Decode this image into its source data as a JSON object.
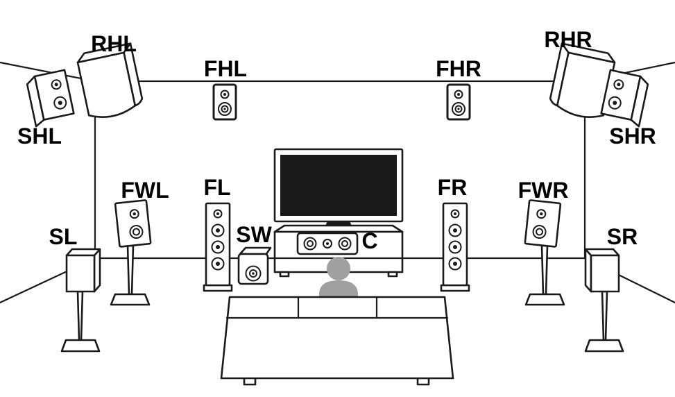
{
  "diagram": {
    "type": "surround-speaker-layout",
    "labels": {
      "rhl": "RHL",
      "fhl": "FHL",
      "fhr": "FHR",
      "rhr": "RHR",
      "shl": "SHL",
      "shr": "SHR",
      "fwl": "FWL",
      "fl": "FL",
      "fr": "FR",
      "fwr": "FWR",
      "sl": "SL",
      "sw": "SW",
      "c": "C",
      "sr": "SR"
    },
    "colors": {
      "line": "#1a1a1a",
      "fill": "#ffffff",
      "screen": "#1a1a1a",
      "person": "#a0a0a0",
      "background": "#ffffff"
    }
  }
}
